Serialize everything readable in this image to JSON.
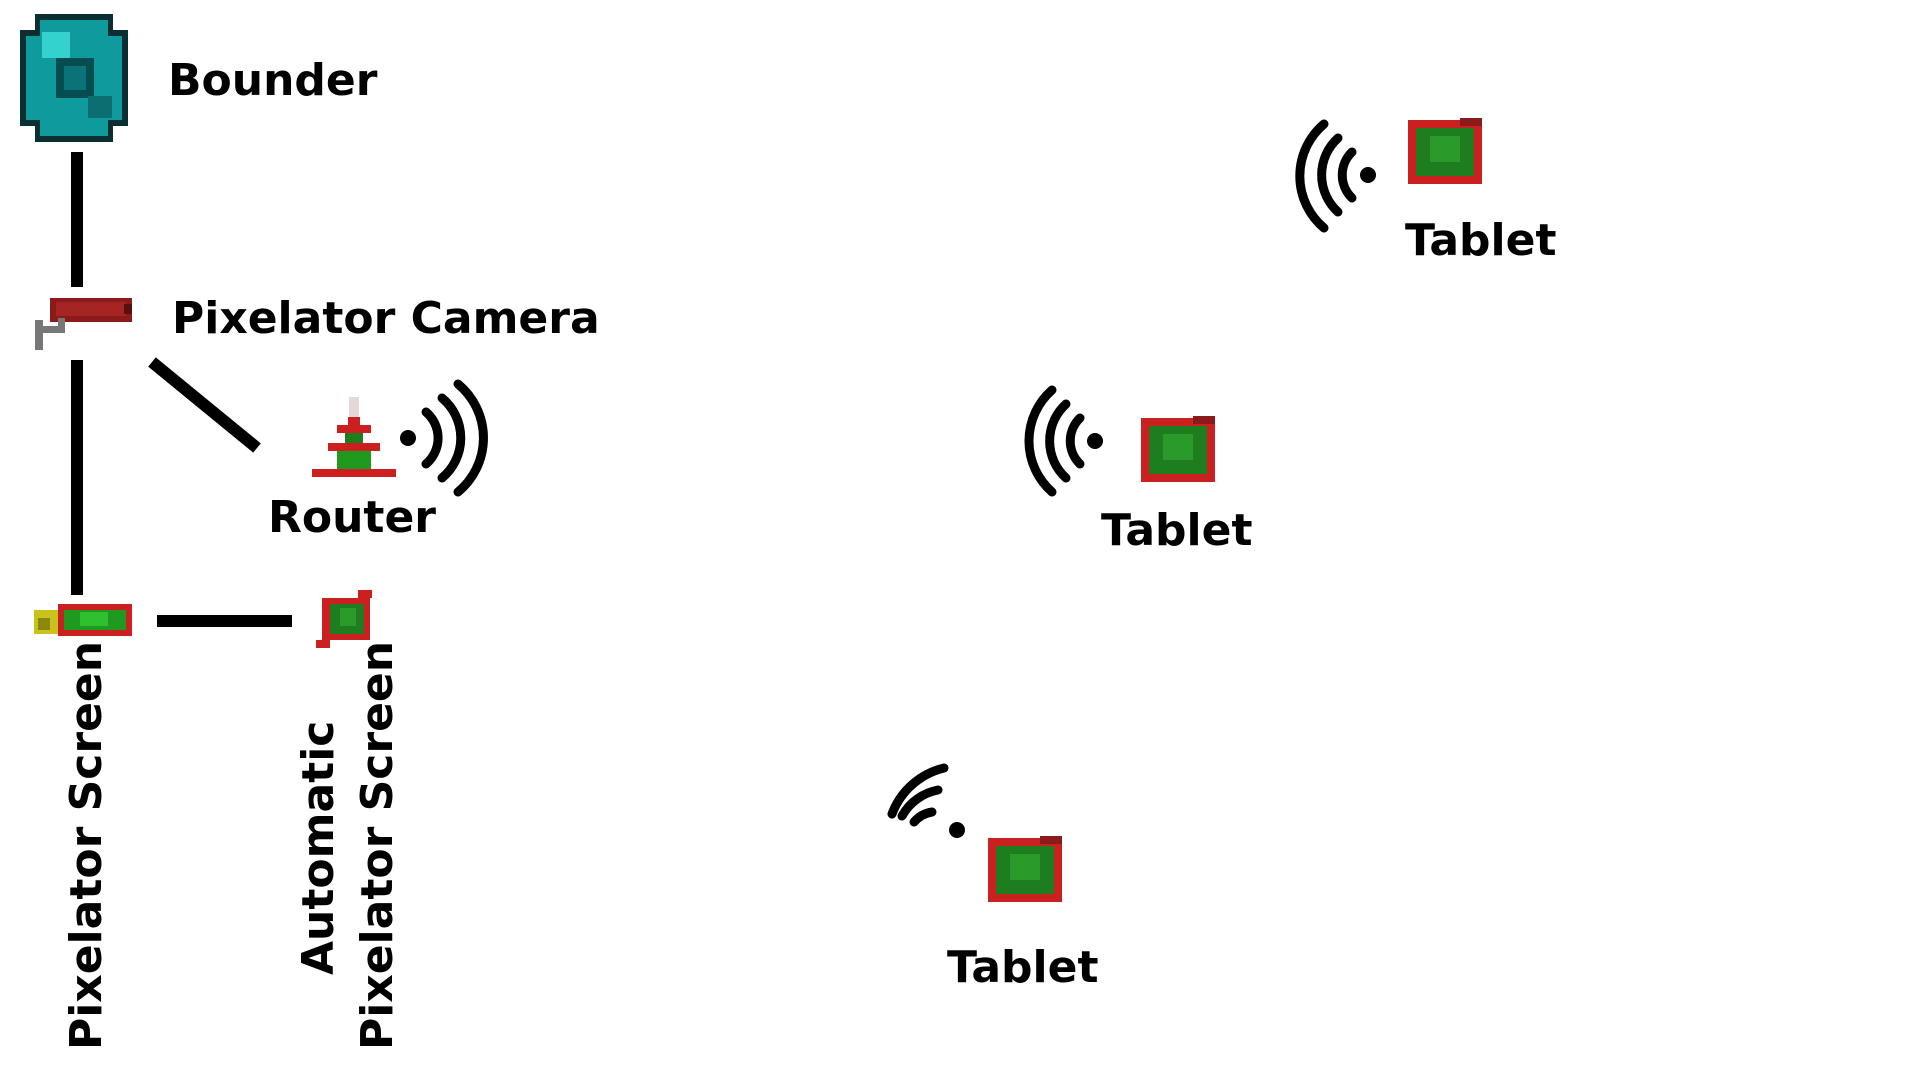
{
  "labels": {
    "bounder": "Bounder",
    "camera": "Pixelator Camera",
    "router": "Router",
    "screen": "Pixelator Screen",
    "auto_line1": "Automatic",
    "auto_line2": "Pixelator Screen",
    "tablet_1": "Tablet",
    "tablet_2": "Tablet",
    "tablet_3": "Tablet"
  },
  "icons": {
    "bounder": "ender-pearl-icon",
    "camera": "pixelator-camera-icon",
    "router": "router-beacon-icon",
    "screen": "pixelator-screen-icon",
    "auto_screen": "automatic-screen-icon",
    "tablet": "tablet-icon",
    "signal": "wireless-signal-icon"
  },
  "colors": {
    "pearl": "#0f9a9e",
    "pearl_dark": "#064d52",
    "camera_red": "#8b1a1a",
    "screen_red": "#cc1f1f",
    "screen_green": "#1e7d1e",
    "accent_yellow": "#c8c21a",
    "line": "#000000"
  }
}
